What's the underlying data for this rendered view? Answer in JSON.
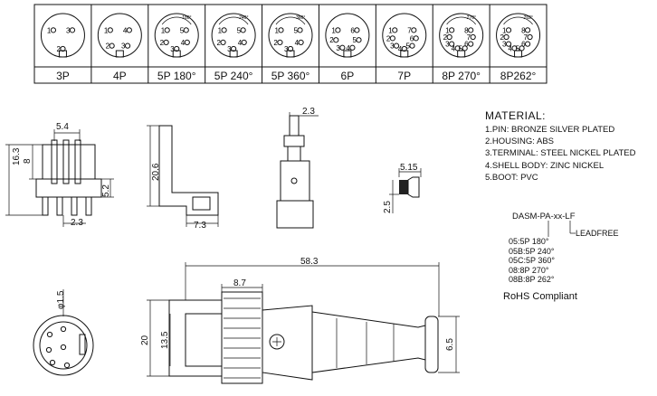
{
  "pin_table": {
    "labels": [
      "3P",
      "4P",
      "5P 180°",
      "5P 240°",
      "5P 360°",
      "6P",
      "7P",
      "8P 270°",
      "8P262°"
    ],
    "pin_numbers": [
      [
        "1",
        "2",
        "3"
      ],
      [
        "1",
        "2",
        "3",
        "4"
      ],
      [
        "1",
        "2",
        "3",
        "4",
        "5"
      ],
      [
        "1",
        "2",
        "3",
        "4",
        "5"
      ],
      [
        "1",
        "2",
        "3",
        "4",
        "5"
      ],
      [
        "1",
        "2",
        "3",
        "4",
        "5",
        "6"
      ],
      [
        "1",
        "2",
        "3",
        "4",
        "5",
        "6",
        "7"
      ],
      [
        "1",
        "2",
        "3",
        "4",
        "5",
        "6",
        "7",
        "8"
      ],
      [
        "1",
        "2",
        "3",
        "4",
        "5",
        "6",
        "7",
        "8"
      ]
    ],
    "angle_marks": [
      "",
      "",
      "180°",
      "240°",
      "360°",
      "",
      "",
      "270°",
      "262°"
    ]
  },
  "dimensions": {
    "pin_pitch": "5.4",
    "pin_length": "8",
    "overall_height": "16.3",
    "pin_depth": "5.2",
    "pin_offset": "2.3",
    "terminal_height": "20.6",
    "terminal_width": "7.3",
    "terminal_tab": "2.3",
    "boot_width": "5.15",
    "boot_height": "2.5",
    "total_length": "58.3",
    "shell_length": "8.7",
    "body_diameter": "20",
    "insert_diameter": "13.5",
    "cable_diameter": "6.5",
    "hole_diameter": "φ1.5"
  },
  "material": {
    "title": "MATERIAL:",
    "items": [
      "1.PIN: BRONZE SILVER PLATED",
      "2.HOUSING: ABS",
      "3.TERMINAL: STEEL NICKEL PLATED",
      "4.SHELL BODY: ZINC NICKEL",
      "5.BOOT: PVC"
    ]
  },
  "part_number": {
    "code": "DASM-PA-xx-LF",
    "leadfree": "LEADFREE",
    "options": [
      "05:5P 180°",
      "05B:5P 240°",
      "05C:5P 360°",
      "08:8P 270°",
      "08B:8P 262°"
    ]
  },
  "compliance": "RoHS Compliant"
}
